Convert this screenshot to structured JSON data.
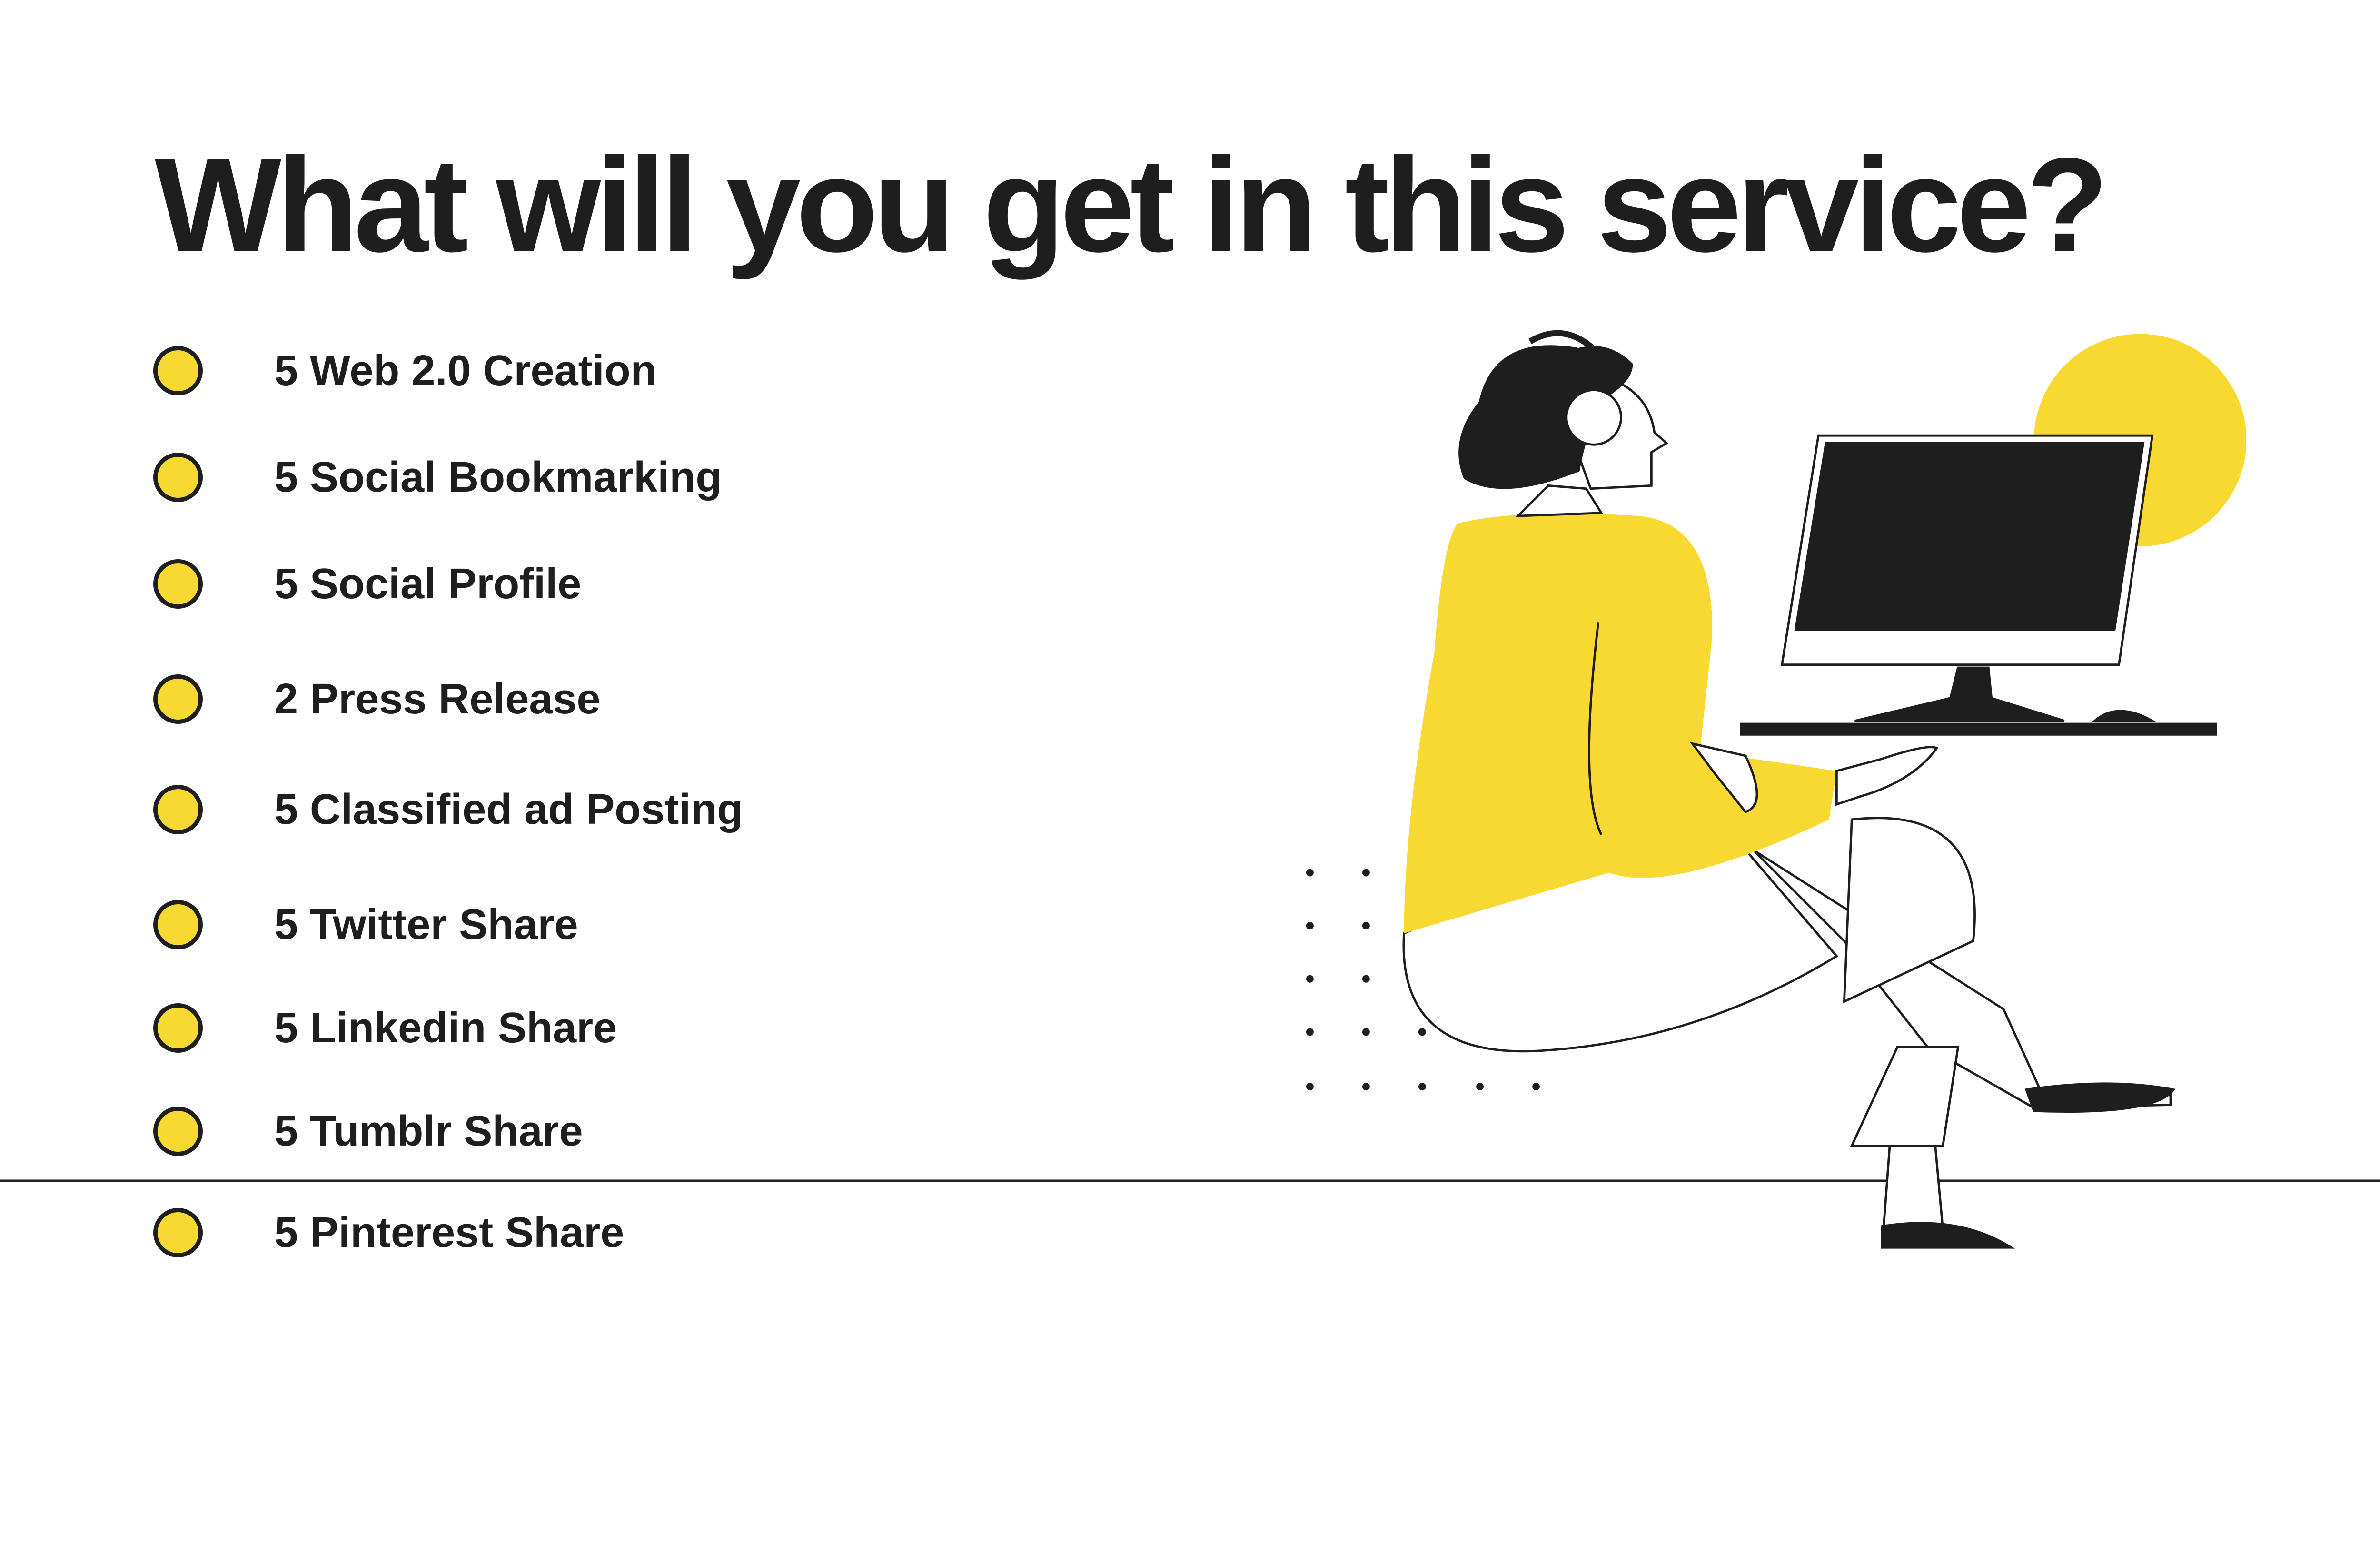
{
  "title": "What will you get in this service?",
  "items": [
    {
      "label": "5 Web 2.0 Creation"
    },
    {
      "label": "5 Social Bookmarking"
    },
    {
      "label": "5 Social Profile"
    },
    {
      "label": "2 Press Release"
    },
    {
      "label": "5 Classified ad Posting"
    },
    {
      "label": "5 Twitter Share"
    },
    {
      "label": "5 Linkedin Share"
    },
    {
      "label": "5 Tumblr Share"
    },
    {
      "label": "5 Pinterest Share"
    }
  ],
  "colors": {
    "accent": "#F7D931",
    "ink": "#1e1e1e"
  }
}
